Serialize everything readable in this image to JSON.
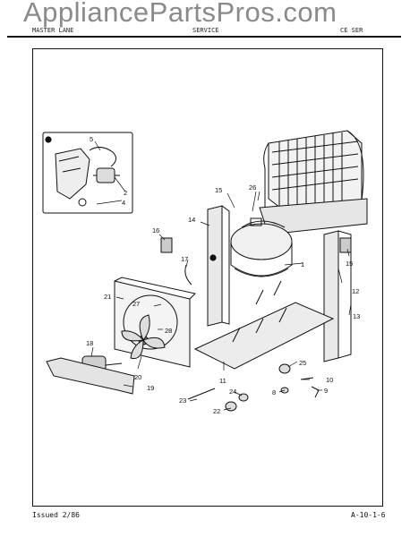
{
  "watermark": "AppliancePartsPros.com",
  "header": {
    "left": "MASTER LANE",
    "center": "SERVICE",
    "right": "CE SER"
  },
  "footer": {
    "issued": "Issued 2/86",
    "page_code": "A-10-1-6"
  },
  "callouts": {
    "n1": "1",
    "n2": "2",
    "n4": "4",
    "n5": "5",
    "n8": "8",
    "n9": "9",
    "n10": "10",
    "n11": "11",
    "n12": "12",
    "n13": "13",
    "n14": "14",
    "n15a": "15",
    "n15b": "15",
    "n16": "16",
    "n17": "17",
    "n18": "18",
    "n19": "19",
    "n20": "20",
    "n21": "21",
    "n22": "22",
    "n23": "23",
    "n24": "24",
    "n25": "25",
    "n26": "26",
    "n27": "27",
    "n28": "28"
  }
}
